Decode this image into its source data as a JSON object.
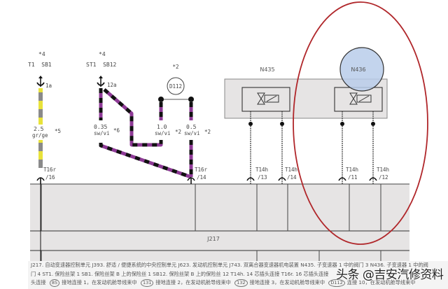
{
  "fuses": [
    {
      "id": "fuse-t1-sb1",
      "star": "*4",
      "label": "T1  SB1",
      "pin": "1a"
    },
    {
      "id": "fuse-st1-sb12",
      "star": "*4",
      "label": "ST1  SB12",
      "pin": "12a"
    }
  ],
  "wires": [
    {
      "size": "2.5",
      "color": "gr/ge",
      "note": "*5"
    },
    {
      "size": "0.35",
      "color": "sw/vi",
      "note": "*6"
    },
    {
      "size": "1.0",
      "color": "sw/vi",
      "note": "*2"
    },
    {
      "size": "0.5",
      "color": "sw/vi",
      "note": "*2"
    }
  ],
  "connection": {
    "id": "D112",
    "note": "*2"
  },
  "components": {
    "n435": "N435",
    "n436": "N436",
    "control_unit": "J217"
  },
  "connectors": [
    {
      "name": "T16r",
      "pin": "/16"
    },
    {
      "name": "T16r",
      "pin": "/14"
    },
    {
      "name": "T14h",
      "pin": "/13"
    },
    {
      "name": "T14h",
      "pin": "/14"
    },
    {
      "name": "T14h",
      "pin": "/11"
    },
    {
      "name": "T14h",
      "pin": "/12"
    }
  ],
  "legend": {
    "line1": "J217. 自动变速器控制单元   J393. 舒适 / 便捷系统的中央控制单元   J623. 发动机控制单元   J743. 双离合器变速器机电装置   N435. 子变速器 1 中的阀门 3   N436. 子变速器 1 中的阀",
    "line2": "门 4   ST1. 保险丝架 1   SB1. 保险丝架 B 上的保险丝 1   SB12. 保险丝架 B 上的保险丝 12   T14h. 14 芯插头连接   T16r. 16 芯插头连接",
    "line3_prefix": "头连接",
    "line3_items": [
      {
        "num": "85",
        "text": "接地连接 1，在发动机舱导线束中"
      },
      {
        "num": "131",
        "text": "接地连接 2，在发动机舱导线束中"
      },
      {
        "num": "132",
        "text": "接地连接 3，在发动机舱导线束中"
      },
      {
        "num": "D112",
        "text": "连接 10，在发动机舱导线束中"
      }
    ]
  },
  "watermark": "头条 @吉安汽修资料",
  "colors": {
    "highlight_ellipse": "#b0262a",
    "n436_circle_fill": "#b9cdea",
    "panel_gray": "#e6e4e4",
    "wire_purple": "#8e3a96",
    "wire_yellow": "#e8e23a",
    "wire_gray": "#8a8a8a"
  }
}
